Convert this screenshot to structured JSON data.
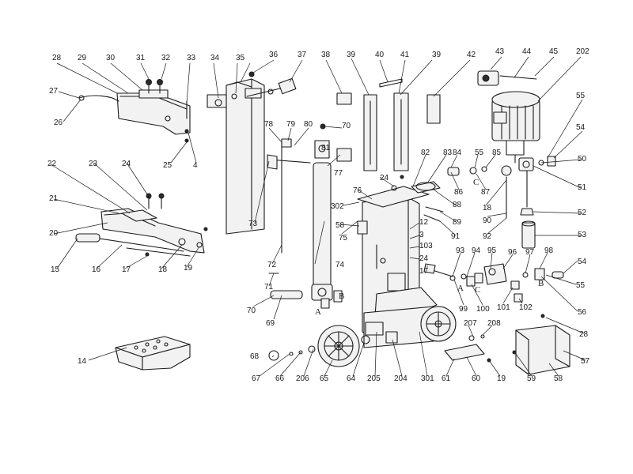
{
  "diagram": {
    "callouts": [
      "28",
      "29",
      "30",
      "31",
      "32",
      "33",
      "34",
      "35",
      "36",
      "37",
      "38",
      "39",
      "40",
      "41",
      "39",
      "42",
      "43",
      "44",
      "45",
      "202",
      "27",
      "26",
      "25",
      "4",
      "55",
      "54",
      "50",
      "51",
      "52",
      "53",
      "22",
      "23",
      "24",
      "21",
      "20",
      "15",
      "16",
      "17",
      "18",
      "19",
      "78",
      "79",
      "80",
      "70",
      "81",
      "77",
      "73",
      "72",
      "71",
      "74",
      "70",
      "69",
      "82",
      "83",
      "55",
      "85",
      "84",
      "86",
      "87",
      "18",
      "88",
      "89",
      "90",
      "91",
      "92",
      "24",
      "76",
      "302",
      "58",
      "75",
      "12",
      "3",
      "103",
      "24",
      "17",
      "93",
      "94",
      "95",
      "96",
      "97",
      "98",
      "54",
      "55",
      "56",
      "99",
      "100",
      "101",
      "102",
      "14",
      "68",
      "67",
      "66",
      "206",
      "65",
      "64",
      "205",
      "204",
      "301",
      "207",
      "208",
      "61",
      "60",
      "19",
      "59",
      "58",
      "57",
      "28"
    ],
    "refs": [
      "A",
      "B",
      "A",
      "C",
      "C",
      "B"
    ]
  }
}
